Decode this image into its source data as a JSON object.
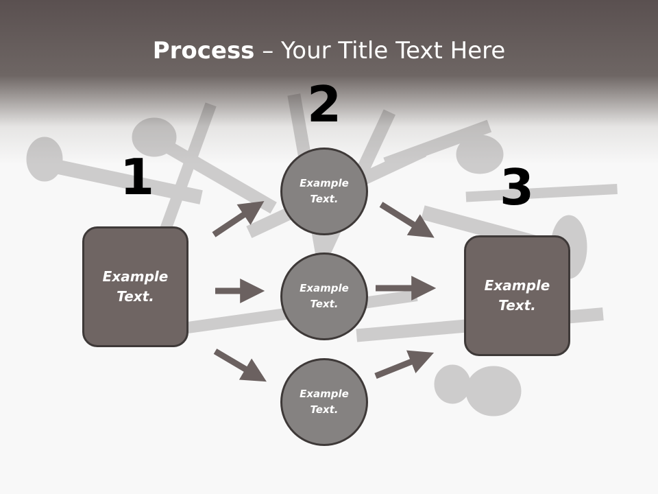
{
  "slide": {
    "title_bold": "Process",
    "title_rest": " – Your Title Text Here"
  },
  "steps": {
    "one": "1",
    "two": "2",
    "three": "3"
  },
  "boxes": {
    "left": "Example Text.",
    "right": "Example Text."
  },
  "circles": {
    "top": "Example Text.",
    "middle": "Example Text.",
    "bottom": "Example Text."
  },
  "colors": {
    "header": "#5a5050",
    "box_fill": "#6f6563",
    "circle_fill": "#858281",
    "arrow": "#6b6160",
    "border": "#3e3938"
  }
}
